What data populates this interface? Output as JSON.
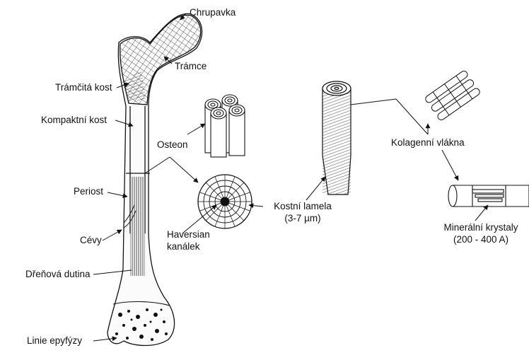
{
  "labels": {
    "chrupavka": "Chrupavka",
    "tramce": "Trámce",
    "tramcita_kost": "Trámčitá kost",
    "kompaktni_kost": "Kompaktní kost",
    "osteon": "Osteon",
    "periost": "Periost",
    "cevy": "Cévy",
    "haversian_line1": "Haversian",
    "haversian_line2": "kanálek",
    "drenova_dutina": "Dřeňová dutina",
    "linie_epyfyzy": "Linie epyfýzy",
    "kostni_lamela_line1": "Kostní lamela",
    "kostni_lamela_line2": "(3-7 µm)",
    "kolagenni_vlakna": "Kolagenní vlákna",
    "mineralni_krystaly_line1": "Minerální krystaly",
    "mineralni_krystaly_line2": "(200 - 400 A)"
  }
}
